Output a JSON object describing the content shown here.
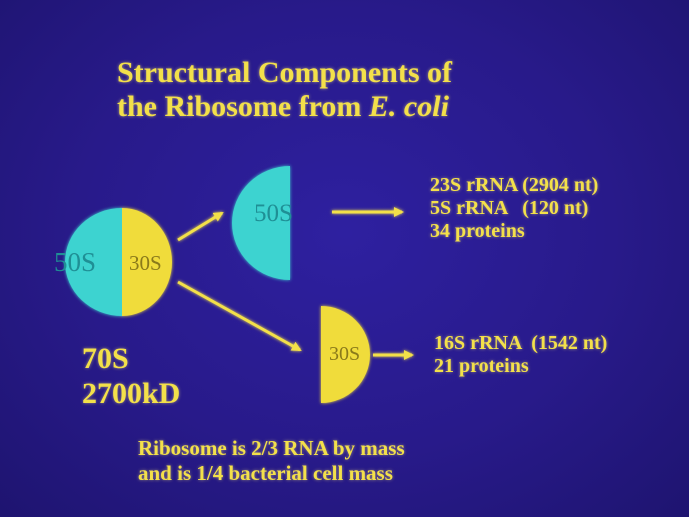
{
  "title": {
    "line1": "Structural Components of",
    "line2_prefix": "the Ribosome from ",
    "line2_species": "E. coli"
  },
  "ribosome": {
    "large_label": "50S",
    "small_label": "30S",
    "total_label": "70S",
    "mass_label": "2700kD"
  },
  "large_subunit": {
    "label": "50S",
    "components": [
      "23S rRNA (2904 nt)",
      "5S rRNA   (120 nt)",
      "34 proteins"
    ]
  },
  "small_subunit": {
    "label": "30S",
    "components": [
      "16S rRNA  (1542 nt)",
      "21 proteins"
    ]
  },
  "footnote": {
    "line1": "Ribosome is 2/3 RNA by mass",
    "line2": "and is 1/4 bacterial cell mass"
  },
  "colors": {
    "background": "#2a1d8c",
    "cyan_subunit": "#3ed3d0",
    "yellow_subunit": "#f0dc3a",
    "text": "#f3e04a"
  }
}
